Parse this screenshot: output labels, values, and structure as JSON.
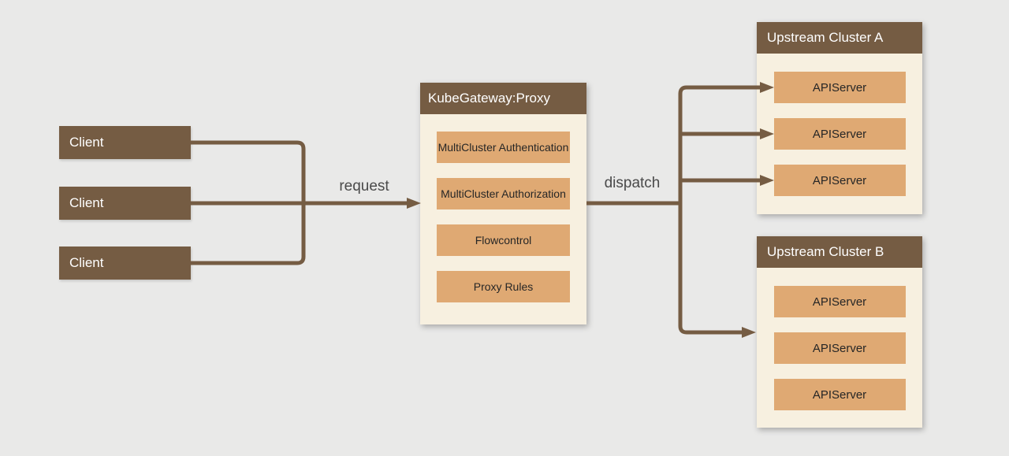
{
  "diagram": {
    "colors": {
      "background": "#e9e9e8",
      "node_brown": "#755c43",
      "panel_cream": "#f7f0e0",
      "inner_tan": "#dfa973",
      "wire_brown": "#755c43",
      "text_dark": "#262626",
      "text_white": "#ffffff",
      "edge_label_gray": "#4a4a4a"
    },
    "clients": [
      {
        "label": "Client"
      },
      {
        "label": "Client"
      },
      {
        "label": "Client"
      }
    ],
    "proxy": {
      "title": "KubeGateway:Proxy",
      "modules": [
        "MultiCluster Authentication",
        "MultiCluster Authorization",
        "Flowcontrol",
        "Proxy Rules"
      ]
    },
    "clusters": [
      {
        "title": "Upstream Cluster A",
        "servers": [
          "APIServer",
          "APIServer",
          "APIServer"
        ]
      },
      {
        "title": "Upstream Cluster B",
        "servers": [
          "APIServer",
          "APIServer",
          "APIServer"
        ]
      }
    ],
    "edges": {
      "request_label": "request",
      "dispatch_label": "dispatch"
    }
  }
}
